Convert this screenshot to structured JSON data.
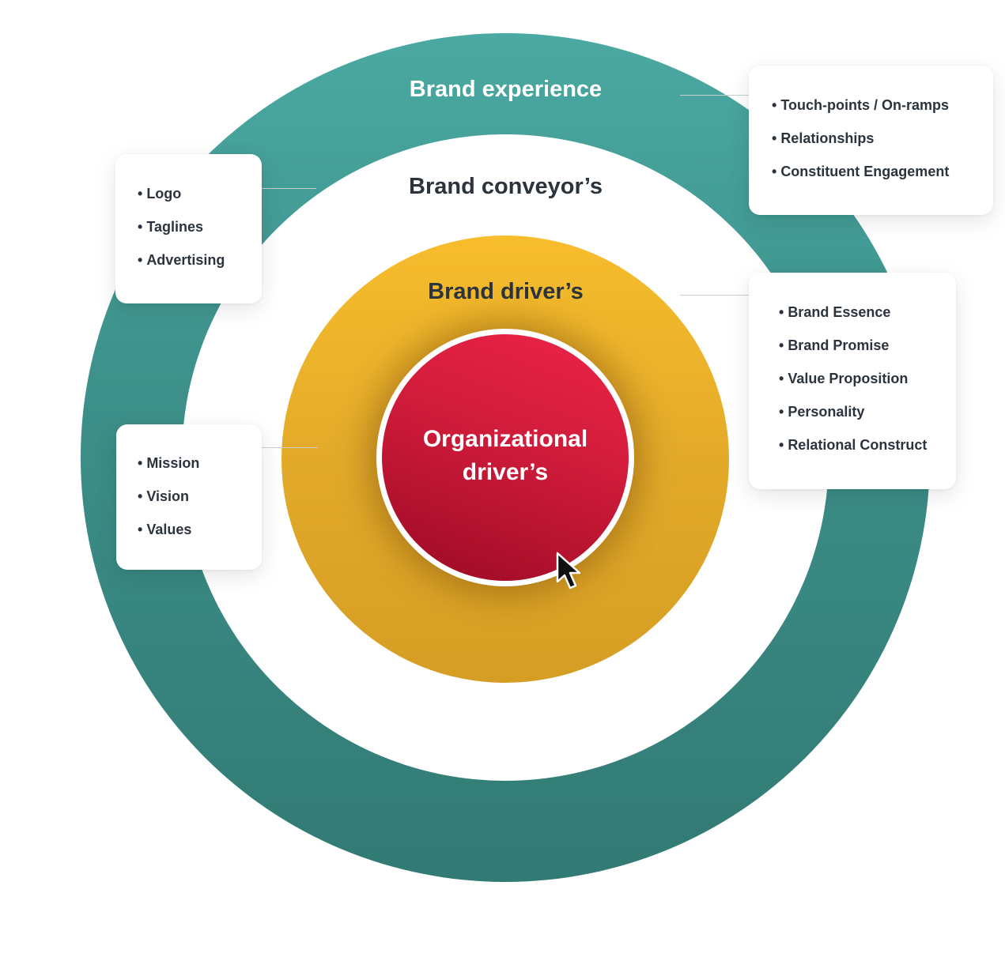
{
  "rings": {
    "brand_experience": "Brand experience",
    "brand_conveyors": "Brand conveyor’s",
    "brand_drivers": "Brand driver’s",
    "organizational_drivers_line1": "Organizational",
    "organizational_drivers_line2": "driver’s"
  },
  "cards": {
    "experience": [
      "Touch-points / On-ramps",
      "Relationships",
      "Constituent Engagement"
    ],
    "conveyors": [
      "Logo",
      "Taglines",
      "Advertising"
    ],
    "drivers": [
      "Brand Essence",
      "Brand Promise",
      "Value Proposition",
      "Personality",
      "Relational Construct"
    ],
    "organizational": [
      "Mission",
      "Vision",
      "Values"
    ]
  },
  "bullet": "•",
  "colors": {
    "outer_ring": "#3f968f",
    "middle_ring": "#ffffff",
    "inner_ring": "#e7ad2a",
    "core": "#c8173a",
    "text_dark": "#2b333d",
    "text_light": "#ffffff"
  }
}
